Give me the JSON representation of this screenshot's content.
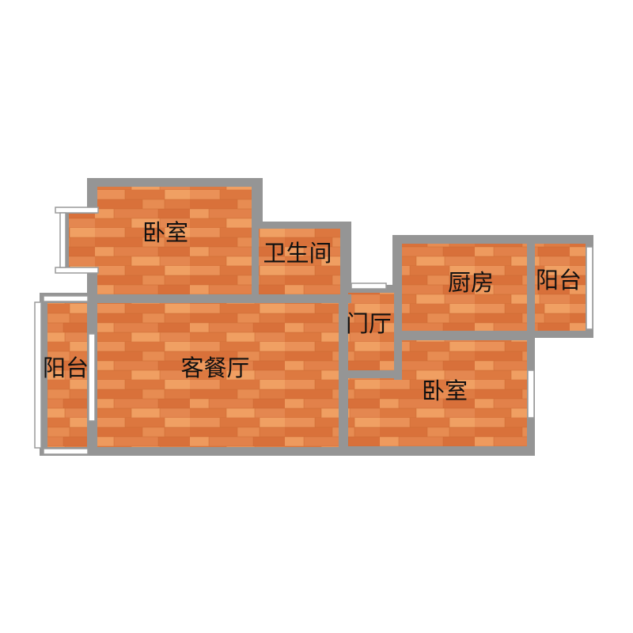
{
  "rooms": {
    "bedroom_top": "卧室",
    "bathroom": "卫生间",
    "kitchen": "厨房",
    "balcony_right": "阳台",
    "entrance": "门厅",
    "balcony_left": "阳台",
    "living_dining": "客餐厅",
    "bedroom_bottom": "卧室"
  },
  "colors": {
    "wall": "#959595",
    "floor_base": "#e3834a",
    "floor_light": "#f0a063",
    "floor_dark": "#d9713a",
    "window_frame": "#9a9a9a",
    "window_glass": "#ffffff",
    "label": "#111111"
  }
}
